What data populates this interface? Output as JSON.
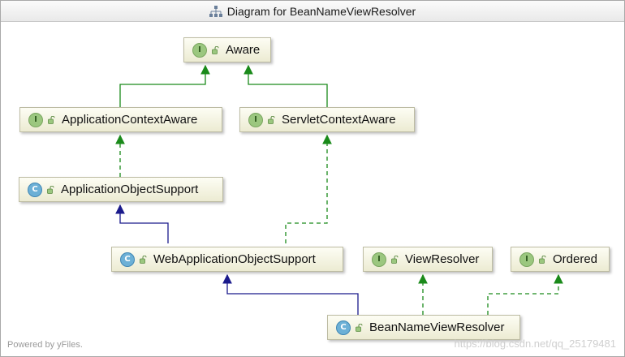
{
  "window": {
    "title": "Diagram for BeanNameViewResolver"
  },
  "nodes": [
    {
      "id": "aware",
      "kind": "I",
      "label": "Aware"
    },
    {
      "id": "app-ctx-aware",
      "kind": "I",
      "label": "ApplicationContextAware"
    },
    {
      "id": "servlet-ctx-aware",
      "kind": "I",
      "label": "ServletContextAware"
    },
    {
      "id": "app-obj-support",
      "kind": "C",
      "label": "ApplicationObjectSupport"
    },
    {
      "id": "web-app-obj-support",
      "kind": "C",
      "label": "WebApplicationObjectSupport"
    },
    {
      "id": "view-resolver",
      "kind": "I",
      "label": "ViewResolver"
    },
    {
      "id": "ordered",
      "kind": "I",
      "label": "Ordered"
    },
    {
      "id": "bean-name-view-resolver",
      "kind": "C",
      "label": "BeanNameViewResolver"
    }
  ],
  "edges": [
    {
      "from": "app-ctx-aware",
      "to": "aware",
      "type": "extends-interface"
    },
    {
      "from": "servlet-ctx-aware",
      "to": "aware",
      "type": "extends-interface"
    },
    {
      "from": "app-obj-support",
      "to": "app-ctx-aware",
      "type": "implements"
    },
    {
      "from": "web-app-obj-support",
      "to": "app-obj-support",
      "type": "extends-class"
    },
    {
      "from": "web-app-obj-support",
      "to": "servlet-ctx-aware",
      "type": "implements"
    },
    {
      "from": "bean-name-view-resolver",
      "to": "web-app-obj-support",
      "type": "extends-class"
    },
    {
      "from": "bean-name-view-resolver",
      "to": "view-resolver",
      "type": "implements"
    },
    {
      "from": "bean-name-view-resolver",
      "to": "ordered",
      "type": "implements"
    }
  ],
  "colors": {
    "interface_edge": "#1a8a1a",
    "class_edge": "#1a1a8c"
  },
  "footer": {
    "text": "Powered by yFiles."
  },
  "watermark": {
    "text": "https://blog.csdn.net/qq_25179481"
  }
}
